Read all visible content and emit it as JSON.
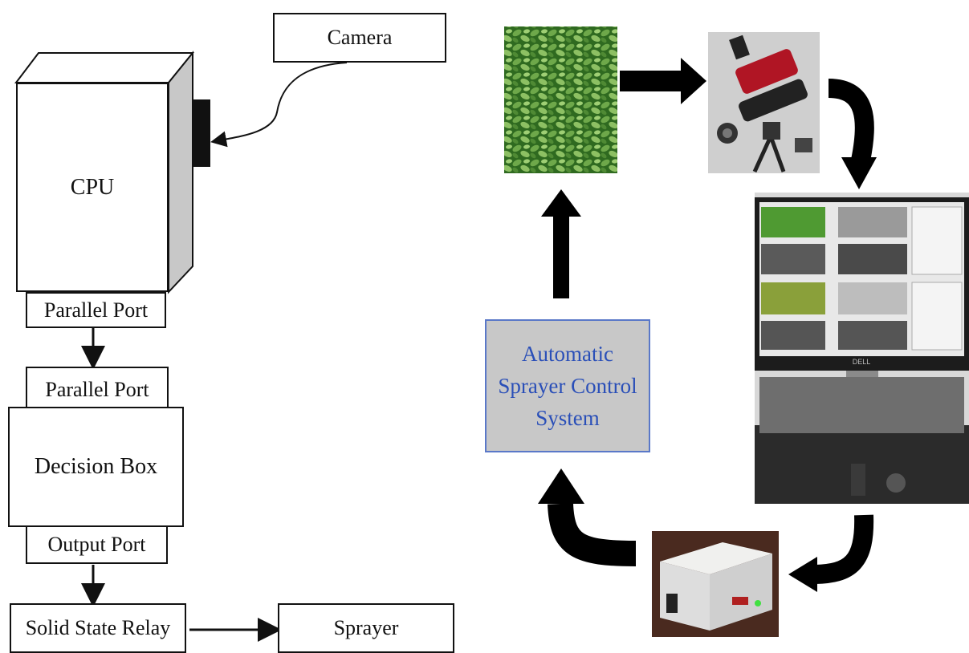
{
  "left_diagram": {
    "camera_label": "Camera",
    "cpu_label": "CPU",
    "parallel_port_top_label": "Parallel Port",
    "parallel_port_bottom_label": "Parallel Port",
    "decision_box_label": "Decision Box",
    "output_port_label": "Output Port",
    "relay_label": "Solid State Relay",
    "sprayer_label": "Sprayer"
  },
  "right_diagram": {
    "control_system_line1": "Automatic",
    "control_system_line2": "Sprayer Control",
    "control_system_line3": "System",
    "monitor_brand": "DELL"
  },
  "colors": {
    "control_box_fill": "#c8c8c8",
    "control_box_border": "#5a78c8",
    "control_box_text": "#2a4fb8"
  }
}
